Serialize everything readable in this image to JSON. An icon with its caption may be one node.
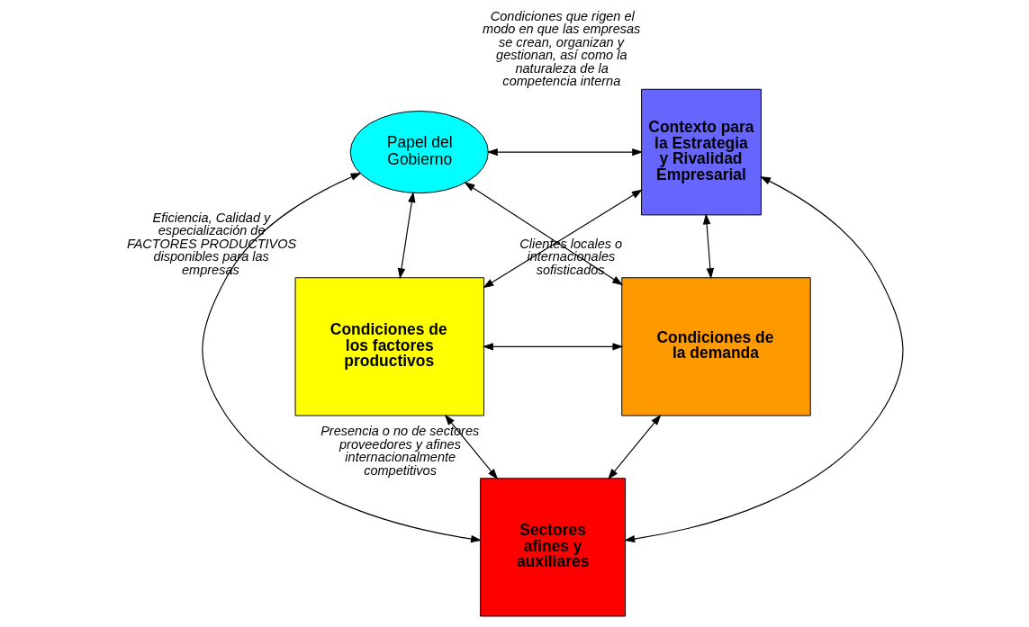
{
  "diagram": {
    "nodes": [
      {
        "text": [
          "Papel del Gobierno"
        ]
      },
      {
        "text": [
          "Contexto para la Estrategia y Rivalidad Empresarial"
        ],
        "beside": [
          "Condiciones que rigen el modo en que las empresas se crean, organizan y gestionan, así como la naturaleza de la competencia interna"
        ]
      },
      {
        "text": [
          "Condiciones de los factores productivos"
        ],
        "beside": [
          "Eficiencia, Calidad y especialización de FACTORES PRODUCTIVOS disponibles para las empresas"
        ]
      },
      {
        "text": [
          "Condiciones de la demanda"
        ],
        "beside": [
          "Clientes locales o internacionales sofisticados"
        ]
      },
      {
        "text": [
          "Sectores afines y auxiliares"
        ],
        "beside": [
          "Presencia o no de sectores proveedores y afines internacionalmente competitivos"
        ]
      }
    ],
    "edges": [
      {
        "from": 0,
        "to": 1,
        "arrow": "both"
      },
      {
        "from": 0,
        "to": 2,
        "arrow": "both"
      },
      {
        "from": 2,
        "to": 1,
        "arrow": "both"
      },
      {
        "from": 0,
        "to": 4,
        "arrow": "both"
      },
      {
        "from": 0,
        "to": 3,
        "arrow": "both"
      },
      {
        "from": 1,
        "to": 3,
        "arrow": "both"
      },
      {
        "from": 2,
        "to": 3,
        "arrow": "both"
      },
      {
        "from": 1,
        "to": 4,
        "arrow": "both"
      },
      {
        "from": 2,
        "to": 4,
        "arrow": "both"
      },
      {
        "from": 3,
        "to": 4,
        "arrow": "both"
      }
    ]
  }
}
